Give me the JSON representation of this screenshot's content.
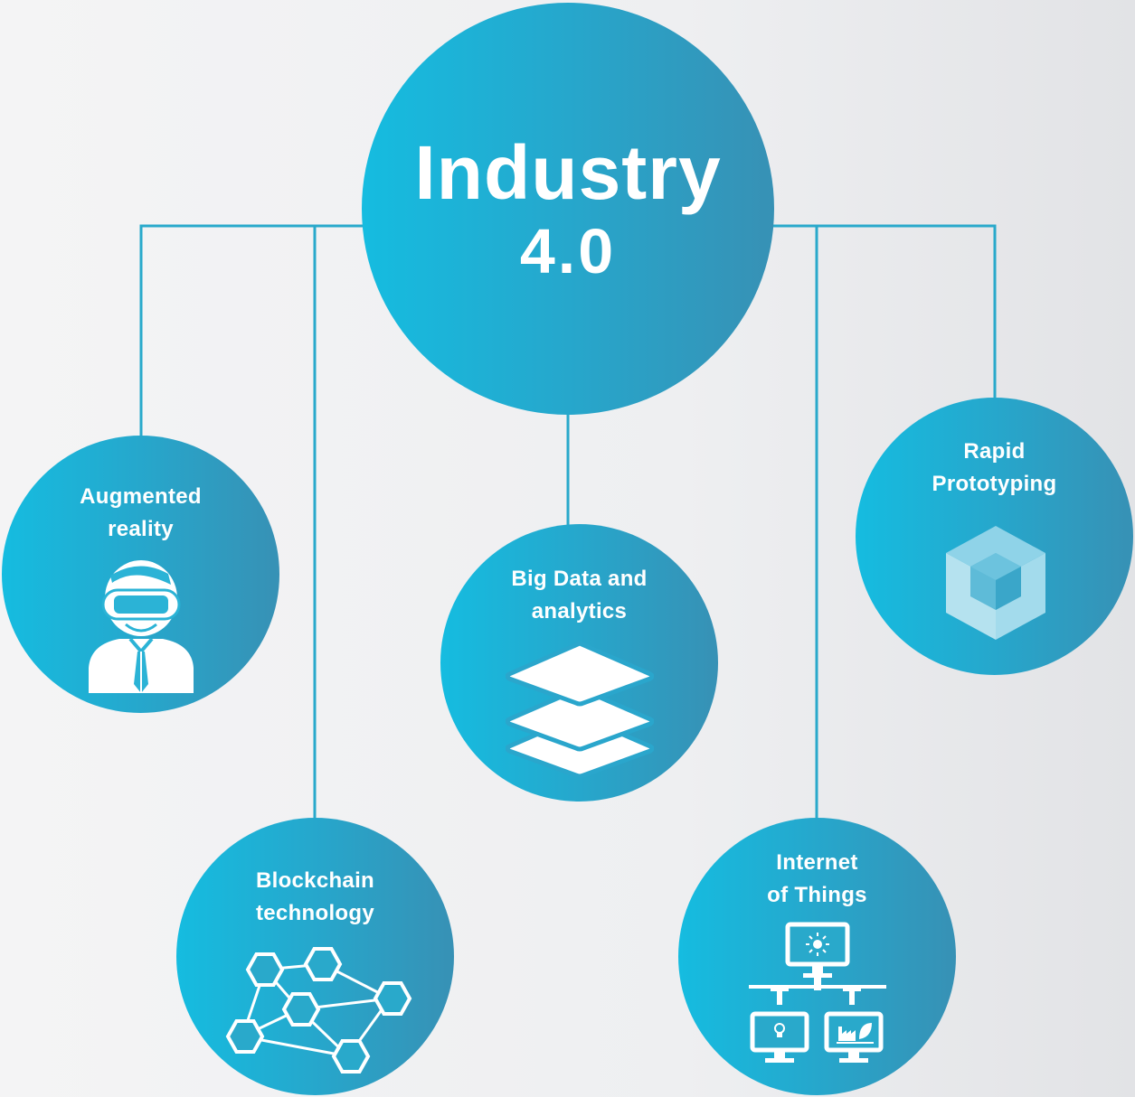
{
  "hub": {
    "title": "Industry",
    "version": "4.0"
  },
  "nodes": {
    "augmented_reality": {
      "line1": "Augmented",
      "line2": "reality",
      "icon": "vr-headset-person-icon"
    },
    "blockchain": {
      "line1": "Blockchain",
      "line2": "technology",
      "icon": "hexagon-network-icon"
    },
    "big_data": {
      "line1": "Big Data and",
      "line2": "analytics",
      "icon": "stacked-layers-icon"
    },
    "iot": {
      "line1": "Internet",
      "line2": "of Things",
      "icon": "connected-monitors-icon"
    },
    "rapid_prototyping": {
      "line1": "Rapid",
      "line2": "Prototyping",
      "icon": "cube-icon"
    }
  },
  "colors": {
    "accent": "#15bce0",
    "accent_dark": "#3791b5",
    "connector": "#29a9cb",
    "background": "#f4f4f5"
  }
}
